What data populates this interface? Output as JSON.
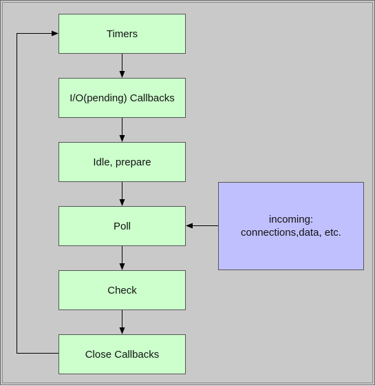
{
  "colors": {
    "background": "#c9c9c9",
    "phase_fill": "#ccffcc",
    "input_fill": "#c0c0ff",
    "stroke": "#000000"
  },
  "nodes": {
    "timers": "Timers",
    "io_callbacks": "I/O(pending) Callbacks",
    "idle_prepare": "Idle, prepare",
    "poll": "Poll",
    "check": "Check",
    "close_callbacks": "Close Callbacks",
    "incoming": "incoming:\nconnections,data, etc."
  },
  "edges": [
    {
      "from": "timers",
      "to": "io_callbacks"
    },
    {
      "from": "io_callbacks",
      "to": "idle_prepare"
    },
    {
      "from": "idle_prepare",
      "to": "poll"
    },
    {
      "from": "poll",
      "to": "check"
    },
    {
      "from": "check",
      "to": "close_callbacks"
    },
    {
      "from": "close_callbacks",
      "to": "timers"
    },
    {
      "from": "incoming",
      "to": "poll"
    }
  ]
}
